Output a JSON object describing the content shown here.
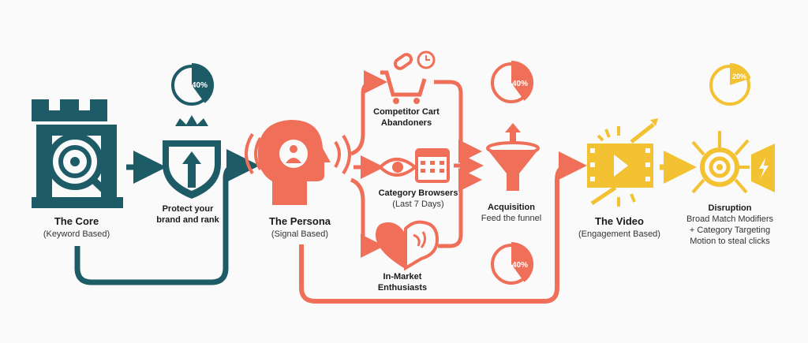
{
  "colors": {
    "teal": "#1d5b66",
    "coral": "#f06f58",
    "yellow": "#f3c233",
    "background": "#fafafa"
  },
  "core": {
    "title": "The Core",
    "subtitle": "(Keyword Based)",
    "icon": "tower-target-magnifier-icon"
  },
  "protect": {
    "line1": "Protect your",
    "line2": "brand and rank",
    "pie_label": "40%",
    "pie_value": 40,
    "icon": "crown-shield-arrow-icon"
  },
  "persona": {
    "title": "The Persona",
    "subtitle": "(Signal Based)",
    "icon": "head-signal-icon"
  },
  "segments": [
    {
      "line1": "Competitor Cart",
      "line2": "Abandoners",
      "icon": "cart-link-clock-icon"
    },
    {
      "line1": "Category Browsers",
      "line2": "(Last 7 Days)",
      "icon": "eye-calendar-icon"
    },
    {
      "line1": "In-Market",
      "line2": "Enthusiasts",
      "icon": "heart-brain-icon"
    }
  ],
  "acquisition": {
    "title": "Acquisition",
    "subtitle": "Feed the funnel",
    "pie_top_label": "40%",
    "pie_top_value": 40,
    "pie_bottom_label": "40%",
    "pie_bottom_value": 40,
    "icon": "funnel-arrow-icon"
  },
  "video": {
    "title": "The Video",
    "subtitle": "(Engagement Based)",
    "icon": "film-play-icon"
  },
  "disruption": {
    "title": "Disruption",
    "line1": "Broad Match Modifiers",
    "line2": "+ Category Targeting",
    "line3": "Motion to steal clicks",
    "pie_label": "20%",
    "pie_value": 20,
    "icon": "target-bolt-arrows-icon"
  }
}
